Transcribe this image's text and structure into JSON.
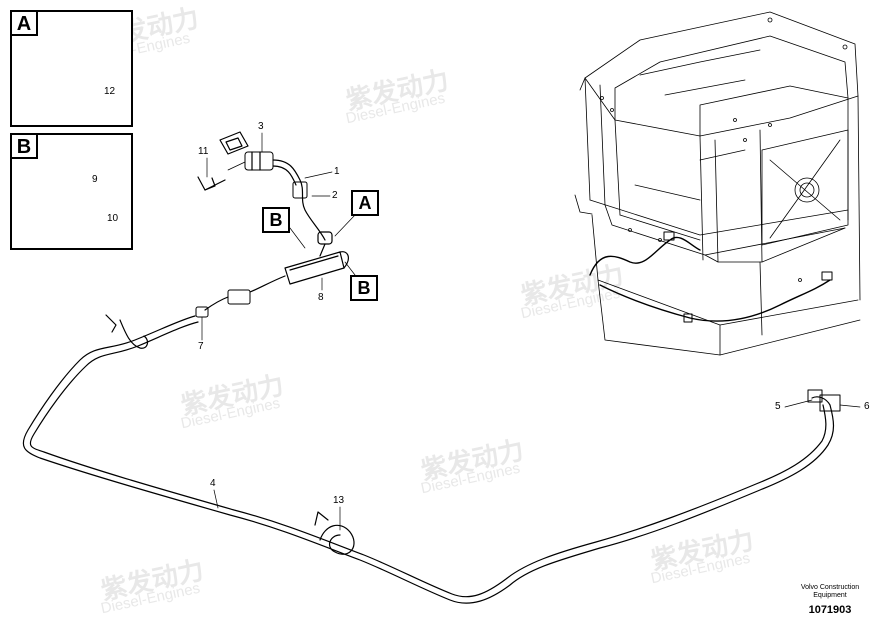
{
  "detail_boxes": [
    {
      "tag": "A",
      "callouts": [
        "12"
      ]
    },
    {
      "tag": "B",
      "callouts": [
        "9",
        "10"
      ]
    }
  ],
  "ref_tags": {
    "a": "A",
    "b_left": "B",
    "b_right": "B"
  },
  "callouts": {
    "c1": "1",
    "c2": "2",
    "c3": "3",
    "c4": "4",
    "c5": "5",
    "c6": "6",
    "c7": "7",
    "c8": "8",
    "c11": "11",
    "c13": "13"
  },
  "footer": {
    "brand_line1": "Volvo Construction",
    "brand_line2": "Equipment",
    "doc_number": "1071903"
  },
  "watermark": {
    "cn": "紫发动力",
    "en": "Diesel-Engines"
  }
}
